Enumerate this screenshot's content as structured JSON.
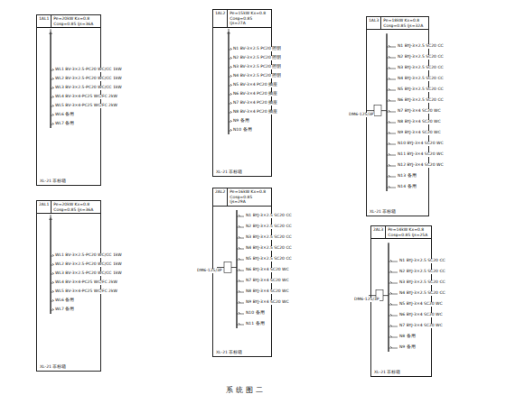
{
  "diagram": {
    "caption": "系统图二",
    "nodes": [
      {
        "text": [
          "XL-21 非标箱"
        ]
      },
      {
        "text": [
          "1AL1",
          "Pe=20kW Kx=0.8 Cosφ=0.85 Ijs=36A"
        ],
        "in": 0
      },
      {
        "text": [
          "XL-21 非标箱"
        ]
      },
      {
        "text": [
          "1AL2",
          "Pe=15kW Kx=0.8 Cosφ=0.85 Ijs=27A"
        ],
        "in": 2
      },
      {
        "text": [
          "XL-21 非标箱"
        ]
      },
      {
        "text": [
          "1AL3",
          "Pe=18kW Kx=0.8 Cosφ=0.85 Ijs=32A"
        ],
        "in": 4
      },
      {
        "text": [
          "XL-21 非标箱"
        ]
      },
      {
        "text": [
          "2AL1",
          "Pe=20kW Kx=0.8 Cosφ=0.85 Ijs=36A"
        ],
        "in": 6
      },
      {
        "text": [
          "XL-21 非标箱"
        ]
      },
      {
        "text": [
          "2AL2",
          "Pe=16kW Kx=0.8 Cosφ=0.85 Ijs=29A"
        ],
        "in": 8
      },
      {
        "text": [
          "XL-21 非标箱"
        ]
      },
      {
        "text": [
          "2AL3",
          "Pe=14kW Kx=0.8 Cosφ=0.85 Ijs=25A"
        ],
        "in": 10
      }
    ],
    "labels": [
      "WL1 BV-3×2.5-PC20 WC/CC 1kW",
      "WL2 BV-3×2.5-PC20 WC/CC 1kW",
      "WL3 BV-3×2.5-PC20 WC/CC 1kW",
      "WL4 BV-3×4-PC25 WC/FC 2kW",
      "WL5 BV-3×4-PC25 WC/FC 2kW",
      "WL6 备用",
      "WL7 备用",
      "N1 BV-3×2.5 PC20 照明",
      "N2 BV-3×2.5 PC20 照明",
      "N3 BV-3×2.5 PC20 照明",
      "N4 BV-3×2.5 PC20 照明",
      "N5 BV-3×4 PC20 插座",
      "N6 BV-3×4 PC20 插座",
      "N7 BV-3×4 PC20 插座",
      "N8 BV-3×4 PC20 插座",
      "N9 备用",
      "N10 备用",
      "N1 BYJ-3×2.5 SC20 CC",
      "N2 BYJ-3×2.5 SC20 CC",
      "N3 BYJ-3×2.5 SC20 CC",
      "N4 BYJ-3×2.5 SC20 CC",
      "N5 BYJ-3×2.5 SC20 CC",
      "N6 BYJ-3×2.5 SC20 CC",
      "N7 BYJ-3×4 SC20 WC",
      "N8 BYJ-3×4 SC20 WC",
      "N9 BYJ-3×4 SC20 WC",
      "N10 BYJ-3×4 SC20 WC",
      "N11 BYJ-3×4 SC20 WC",
      "N12 BYJ-3×4 SC20 WC",
      "N13 备用",
      "N14 备用",
      "DM6-125/3P",
      "WL1 BV-3×2.5-PC20 WC/CC 1kW",
      "WL2 BV-3×2.5-PC20 WC/CC 1kW",
      "WL3 BV-3×2.5-PC20 WC/CC 1kW",
      "WL4 BV-3×4-PC25 WC/FC 2kW",
      "WL5 BV-3×4-PC25 WC/FC 2kW",
      "WL6 备用",
      "WL7 备用",
      "N1 BYJ-3×2.5 SC20 CC",
      "N2 BYJ-3×2.5 SC20 CC",
      "N3 BYJ-3×2.5 SC20 CC",
      "N4 BYJ-3×2.5 SC20 CC",
      "N5 BYJ-3×2.5 SC20 CC",
      "N6 BYJ-3×4 SC20 WC",
      "N7 BYJ-3×4 SC20 WC",
      "N8 BYJ-3×4 SC20 WC",
      "N9 BYJ-3×4 SC20 WC",
      "N10 备用",
      "N11 备用",
      "DM6-125/3P",
      "N1 BYJ-3×2.5 SC20 CC",
      "N2 BYJ-3×2.5 SC20 CC",
      "N3 BYJ-3×2.5 SC20 CC",
      "N4 BYJ-3×2.5 SC20 CC",
      "N5 BYJ-3×4 SC20 WC",
      "N6 BYJ-3×4 SC20 WC",
      "N7 BYJ-3×4 SC20 WC",
      "N8 备用",
      "N9 备用",
      "DM6-125/3P"
    ]
  }
}
